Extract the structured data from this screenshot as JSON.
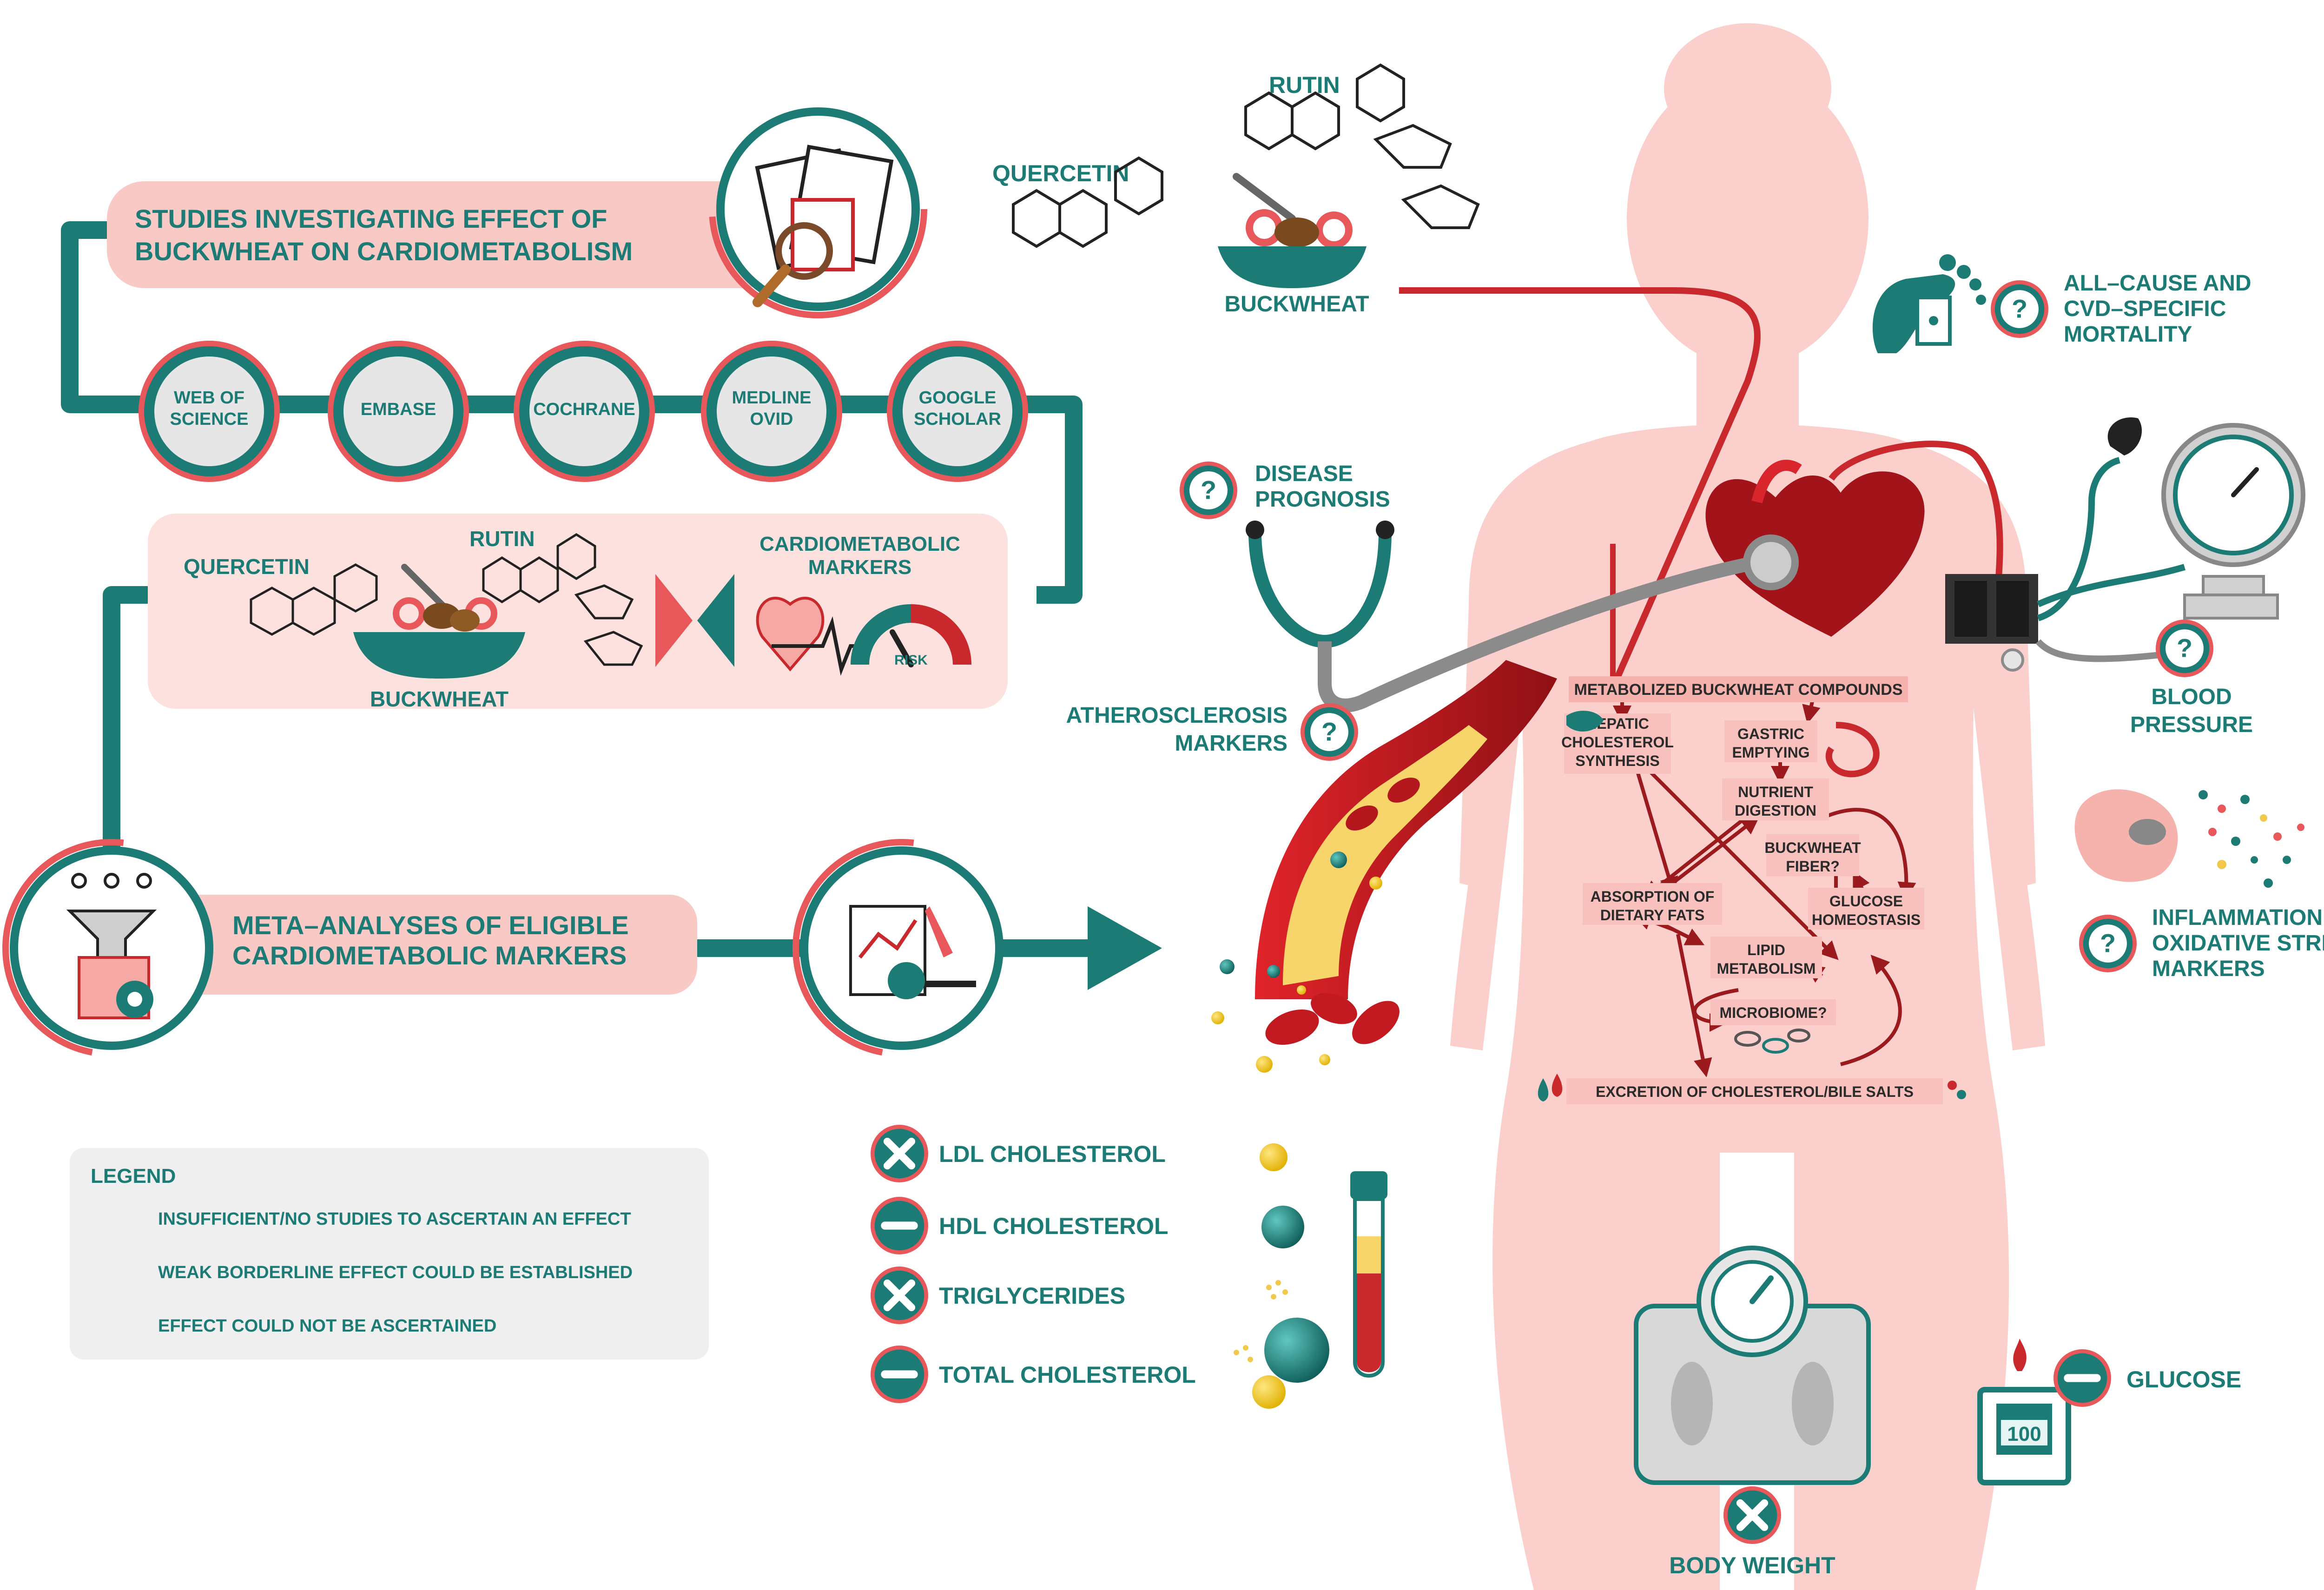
{
  "colors": {
    "teal": "#1d7b76",
    "pink": "#f9c9c6",
    "pink_light": "#fde1de",
    "red": "#c9282c",
    "dark_red": "#9b1a1e",
    "grey": "#8b8b8b",
    "skin": "#fbcfcb"
  },
  "workflow": {
    "studies_title_1": "STUDIES INVESTIGATING EFFECT OF",
    "studies_title_2": "BUCKWHEAT ON CARDIOMETABOLISM",
    "databases": [
      {
        "line1": "WEB OF",
        "line2": "SCIENCE"
      },
      {
        "line1": "EMBASE",
        "line2": ""
      },
      {
        "line1": "COCHRANE",
        "line2": ""
      },
      {
        "line1": "MEDLINE",
        "line2": "OVID"
      },
      {
        "line1": "GOOGLE",
        "line2": "SCHOLAR"
      }
    ],
    "quercetin": "QUERCETIN",
    "rutin": "RUTIN",
    "buckwheat": "BUCKWHEAT",
    "cardio_markers_1": "CARDIOMETABOLIC",
    "cardio_markers_2": "MARKERS",
    "risk": "RISK",
    "meta_title_1": "META–ANALYSES OF ELIGIBLE",
    "meta_title_2": "CARDIOMETABOLIC MARKERS"
  },
  "top_molecules": {
    "quercetin": "QUERCETIN",
    "rutin": "RUTIN",
    "buckwheat": "BUCKWHEAT"
  },
  "legend": {
    "title": "LEGEND",
    "items": [
      {
        "icon": "question-icon",
        "text": "INSUFFICIENT/NO STUDIES TO ASCERTAIN AN EFFECT"
      },
      {
        "icon": "x-icon",
        "text": "WEAK BORDERLINE EFFECT COULD BE ESTABLISHED"
      },
      {
        "icon": "minus-icon",
        "text": "EFFECT COULD NOT BE ASCERTAINED"
      }
    ]
  },
  "lipids": [
    {
      "icon": "x-icon",
      "label": "LDL CHOLESTEROL"
    },
    {
      "icon": "minus-icon",
      "label": "HDL CHOLESTEROL"
    },
    {
      "icon": "x-icon",
      "label": "TRIGLYCERIDES"
    },
    {
      "icon": "minus-icon",
      "label": "TOTAL CHOLESTEROL"
    }
  ],
  "outcomes": {
    "disease_prognosis_1": "DISEASE",
    "disease_prognosis_2": "PROGNOSIS",
    "atherosclerosis_1": "ATHEROSCLEROSIS",
    "atherosclerosis_2": "MARKERS",
    "mortality_1": "ALL–CAUSE AND",
    "mortality_2": "CVD–SPECIFIC",
    "mortality_3": "MORTALITY",
    "blood_pressure_1": "BLOOD",
    "blood_pressure_2": "PRESSURE",
    "inflammation_1": "INFLAMMATION AND",
    "inflammation_2": "OXIDATIVE STRESS",
    "inflammation_3": "MARKERS",
    "glucose": "GLUCOSE",
    "body_weight": "BODY WEIGHT",
    "meter_reading": "100"
  },
  "mechanisms": {
    "metabolized": "METABOLIZED BUCKWHEAT COMPOUNDS",
    "hepatic_1": "HEPATIC",
    "hepatic_2": "CHOLESTEROL",
    "hepatic_3": "SYNTHESIS",
    "gastric_1": "GASTRIC",
    "gastric_2": "EMPTYING",
    "nutrient_1": "NUTRIENT",
    "nutrient_2": "DIGESTION",
    "fiber_1": "BUCKWHEAT",
    "fiber_2": "FIBER?",
    "absorption_1": "ABSORPTION OF",
    "absorption_2": "DIETARY FATS",
    "glucose_h_1": "GLUCOSE",
    "glucose_h_2": "HOMEOSTASIS",
    "lipid_1": "LIPID",
    "lipid_2": "METABOLISM",
    "microbiome": "MICROBIOME?",
    "excretion": "EXCRETION OF CHOLESTEROL/BILE SALTS"
  }
}
